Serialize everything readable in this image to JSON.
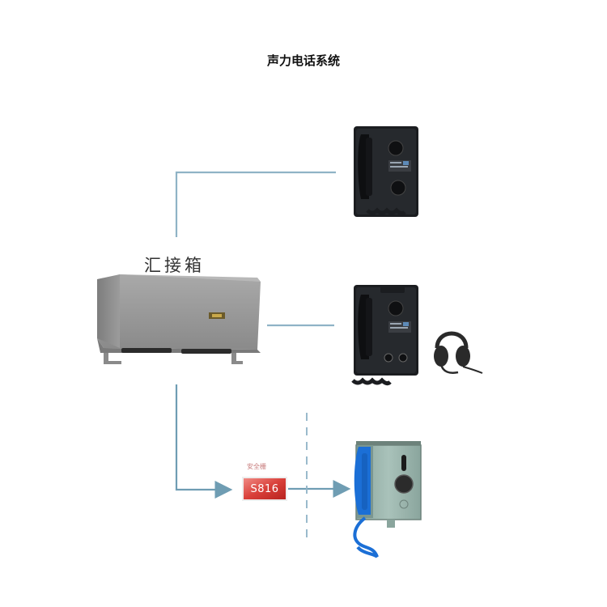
{
  "title": "声力电话系统",
  "junction_box": {
    "label": "汇接箱"
  },
  "safety_barrier": {
    "caption": "安全栅",
    "model": "S816"
  },
  "devices": [
    {
      "name": "wall-phone-top",
      "icon": "wall-telephone-icon"
    },
    {
      "name": "wall-phone-with-headset",
      "icon": "wall-telephone-icon"
    },
    {
      "name": "headset",
      "icon": "headset-icon"
    },
    {
      "name": "explosion-proof-phone",
      "icon": "explosion-proof-telephone-icon"
    }
  ],
  "colors": {
    "connector_line": "#8fb3c6",
    "arrow": "#6f9db3",
    "barrier_red": "#d9403a",
    "box_gray": "#9a9a9a",
    "phone_black": "#1b1d20",
    "phone_panel_green": "#9eb8b0",
    "handset_blue": "#1b6fd6"
  }
}
